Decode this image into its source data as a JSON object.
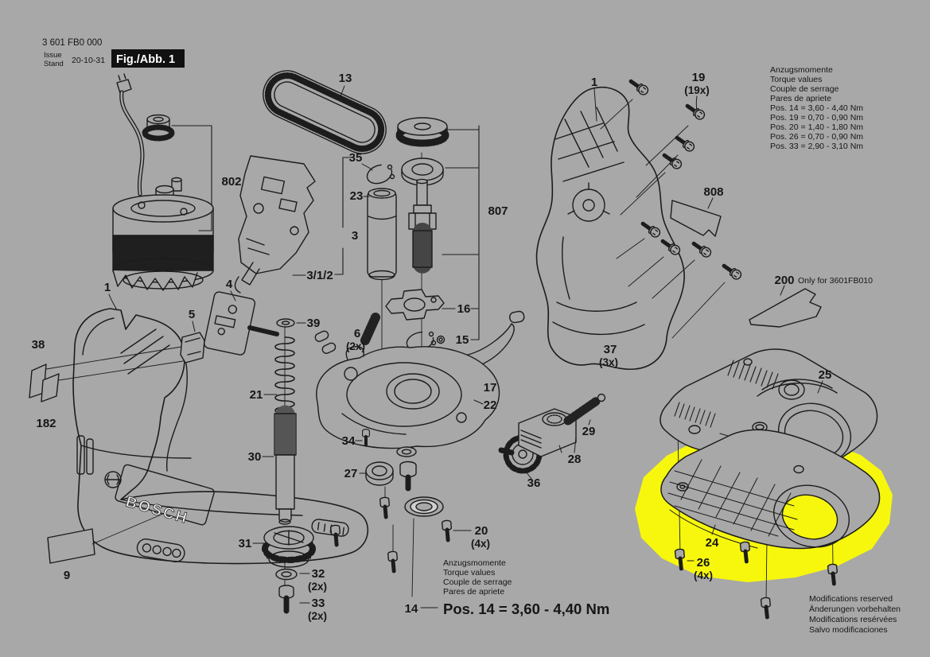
{
  "colors": {
    "background": "#a8a8a8",
    "line": "#1c1c1c",
    "highlight": "#f7f70d",
    "figure_box_bg": "#111111",
    "figure_box_text": "#ffffff"
  },
  "header": {
    "part_number": "3 601 FB0 000",
    "issue_label": "Issue",
    "stand_label": "Stand",
    "date": "20-10-31",
    "figure_label": "Fig./Abb. 1"
  },
  "torque_table_top": {
    "title_lines": [
      "Anzugsmomente",
      "Torque values",
      "Couple de serrage",
      "Pares de apriete"
    ],
    "entries": [
      "Pos. 14 = 3,60 - 4,40 Nm",
      "Pos. 19 = 0,70 - 0,90 Nm",
      "Pos. 20 = 1,40 - 1,80 Nm",
      "Pos. 26 = 0,70 - 0,90 Nm",
      "Pos. 33 = 2,90 - 3,10 Nm"
    ]
  },
  "torque_note_bottom": {
    "title_lines": [
      "Anzugsmomente",
      "Torque values",
      "Couple de serrage",
      "Pares de apriete"
    ],
    "pos_number": "14",
    "value": "Pos. 14 = 3,60 - 4,40 Nm"
  },
  "note_200": {
    "number": "200",
    "text": "Only for 3601FB010"
  },
  "footer": {
    "lines": [
      "Modifications reserved",
      "Änderungen vorbehalten",
      "Modifications resérvées",
      "Salvo modificaciones"
    ]
  },
  "brand": {
    "logo_text": "BOSCH"
  },
  "callouts": {
    "belt": {
      "num": "13"
    },
    "circlip_top": {
      "num": "35"
    },
    "tube": {
      "num": "23"
    },
    "switch_assembly": {
      "num": "3"
    },
    "module": {
      "num": "3/1/2"
    },
    "motor": {
      "num": "802"
    },
    "spindle_assembly": {
      "num": "807"
    },
    "cross": {
      "num": "16"
    },
    "circlip_mid": {
      "num": "15"
    },
    "lever": {
      "num": "17"
    },
    "base_housing": {
      "num": "22"
    },
    "housing_left": {
      "num": "1"
    },
    "housing_right": {
      "num": "1"
    },
    "sticker_38": {
      "num": "38"
    },
    "sticker_182": {
      "num": "182"
    },
    "nameplate": {
      "num": "9"
    },
    "clamp": {
      "num": "5"
    },
    "plate4": {
      "num": "4"
    },
    "washer39": {
      "num": "39"
    },
    "pins6": {
      "num": "6",
      "qty": "(2x)"
    },
    "spring21": {
      "num": "21"
    },
    "rod30": {
      "num": "30"
    },
    "knob31": {
      "num": "31"
    },
    "washer32": {
      "num": "32",
      "qty": "(2x)"
    },
    "screw33": {
      "num": "33",
      "qty": "(2x)"
    },
    "screw34": {
      "num": "34"
    },
    "bearing27": {
      "num": "27"
    },
    "knob36": {
      "num": "36"
    },
    "block28": {
      "num": "28"
    },
    "spring29": {
      "num": "29"
    },
    "screw20": {
      "num": "20",
      "qty": "(4x)"
    },
    "washer14": {
      "num": "14"
    },
    "screw19": {
      "num": "19",
      "qty": "(19x)"
    },
    "sticker808": {
      "num": "808"
    },
    "damper37": {
      "num": "37",
      "qty": "(3x)"
    },
    "plate25": {
      "num": "25"
    },
    "plate24": {
      "num": "24"
    },
    "screw26": {
      "num": "26",
      "qty": "(4x)"
    }
  }
}
